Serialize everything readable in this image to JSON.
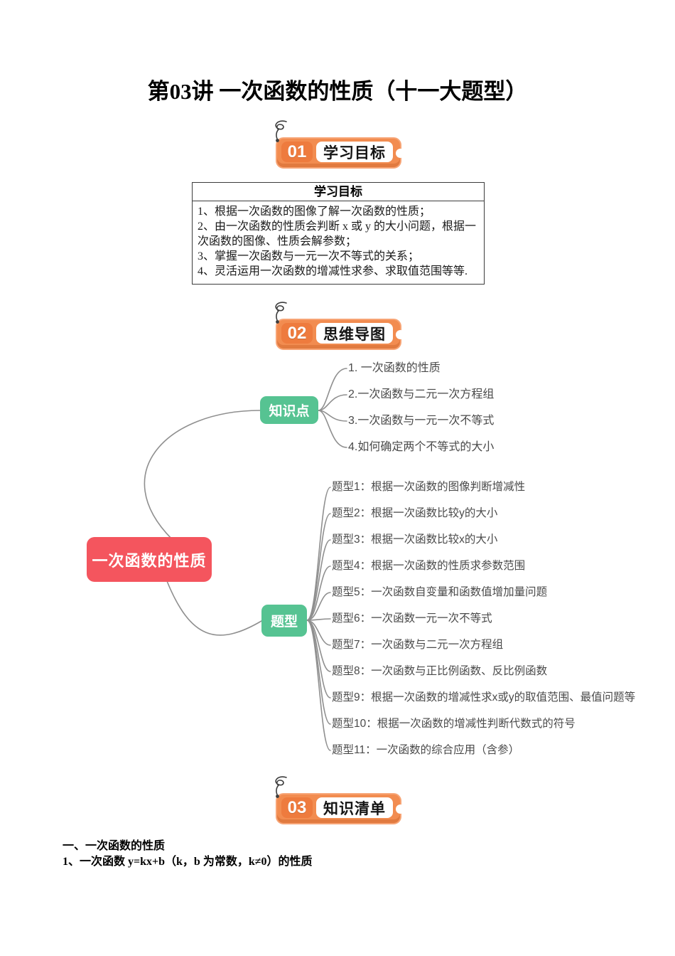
{
  "page": {
    "title": "第03讲 一次函数的性质（十一大题型）"
  },
  "sections": {
    "s1": {
      "number": "01",
      "label": "学习目标"
    },
    "s2": {
      "number": "02",
      "label": "思维导图"
    },
    "s3": {
      "number": "03",
      "label": "知识清单"
    }
  },
  "objectives": {
    "header": "学习目标",
    "items": [
      "1、根据一次函数的图像了解一次函数的性质；",
      "2、由一次函数的性质会判断 x 或 y 的大小问题，根据一次函数的图像、性质会解参数；",
      "3、掌握一次函数与一元一次不等式的关系；",
      "4、灵活运用一次函数的增减性求参、求取值范围等等."
    ]
  },
  "mindmap": {
    "root": "一次函数的性质",
    "branch_knowledge": "知识点",
    "branch_topics": "题型",
    "knowledge_items": [
      "1. 一次函数的性质",
      "2.一次函数与二元一次方程组",
      "3.一次函数与一元一次不等式",
      "4.如何确定两个不等式的大小"
    ],
    "topic_items": [
      "题型1：根据一次函数的图像判断增减性",
      "题型2：根据一次函数比较y的大小",
      "题型3：根据一次函数比较x的大小",
      "题型4：根据一次函数的性质求参数范围",
      "题型5：一次函数自变量和函数值增加量问题",
      "题型6：一次函数一元一次不等式",
      "题型7：一次函数与二元一次方程组",
      "题型8：一次函数与正比例函数、反比例函数",
      "题型9：根据一次函数的增减性求x或y的取值范围、最值问题等",
      "题型10：根据一次函数的增减性判断代数式的符号",
      "题型11：一次函数的综合应用（含参）"
    ]
  },
  "knowledge_list": {
    "heading1": "一、一次函数的性质",
    "heading2": "1、一次函数 y=kx+b（k，b 为常数，k≠0）的性质"
  },
  "colors": {
    "badge_orange": "#F28C50",
    "badge_orange_dark": "#EE7B3E",
    "root_red": "#F4555E",
    "branch_green": "#56C392",
    "connector_gray": "#8F8F8F"
  }
}
